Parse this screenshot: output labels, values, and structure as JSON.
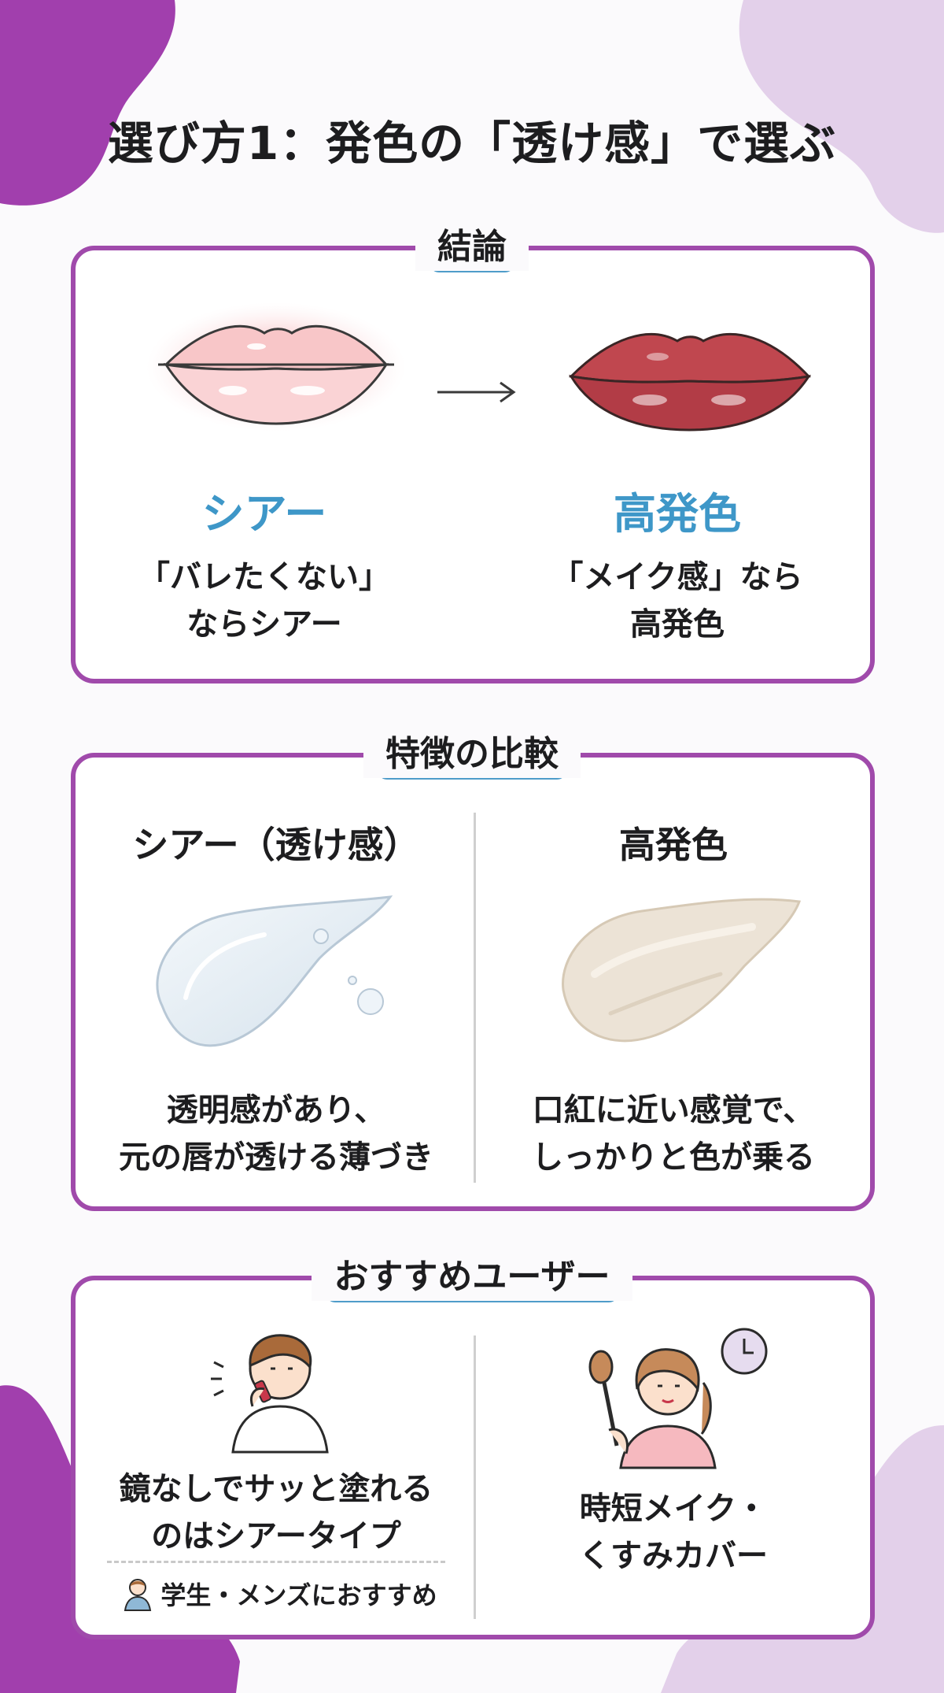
{
  "title": "選び方1：発色の「透け感」で選ぶ",
  "colors": {
    "accent_purple": "#a04aab",
    "label_blue": "#4e9cc9",
    "text_blue": "#3e97c8",
    "blob_purple": "#a13fad",
    "blob_lilac": "#e3d0ea"
  },
  "conclusion": {
    "label": "結論",
    "arrow_icon": "right-arrow-icon",
    "sheer": {
      "name": "シアー",
      "line1": "「バレたくない」",
      "line2": "ならシアー",
      "icon": "sheer-lips-icon"
    },
    "high": {
      "name": "高発色",
      "line1": "「メイク感」なら",
      "line2": "高発色",
      "icon": "high-color-lips-icon"
    }
  },
  "comparison": {
    "label": "特徴の比較",
    "sheer": {
      "heading": "シアー（透け感）",
      "line1": "透明感があり、",
      "line2": "元の唇が透ける薄づき",
      "icon": "clear-gel-texture-icon"
    },
    "high": {
      "heading": "高発色",
      "line1": "口紅に近い感覚で、",
      "line2": "しっかりと色が乗る",
      "icon": "cream-texture-icon"
    }
  },
  "users": {
    "label": "おすすめユーザー",
    "left": {
      "line1": "鏡なしでサッと塗れる",
      "line2": "のはシアータイプ",
      "note": "学生・メンズにおすすめ",
      "icon": "man-applying-lip-icon",
      "note_icon": "user-icon"
    },
    "right": {
      "line1": "時短メイク・",
      "line2": "くすみカバー",
      "icon": "woman-with-brush-icon",
      "clock_icon": "clock-icon"
    }
  }
}
